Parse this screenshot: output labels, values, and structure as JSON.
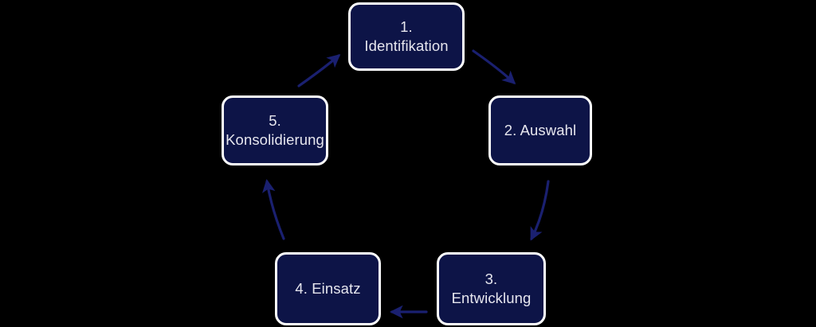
{
  "diagram": {
    "type": "cycle",
    "title": "",
    "background_color": "#000000",
    "node_fill_color": "#0d1447",
    "node_border_color": "#ffffff",
    "node_text_color": "#e6e6ee",
    "arrow_color": "#1a2070",
    "nodes": [
      {
        "id": "1",
        "label": "1. Identifikation",
        "number": "1",
        "name": "Identifikation"
      },
      {
        "id": "2",
        "label": "2. Auswahl",
        "number": "2",
        "name": "Auswahl"
      },
      {
        "id": "3",
        "label": "3. Entwicklung",
        "number": "3",
        "name": "Entwicklung"
      },
      {
        "id": "4",
        "label": "4. Einsatz",
        "number": "4",
        "name": "Einsatz"
      },
      {
        "id": "5",
        "label": "5.\nKonsolidierung",
        "number": "5",
        "name": "Konsolidierung"
      }
    ],
    "connections": [
      {
        "from": "5",
        "to": "1",
        "style": "curved",
        "direction": "up-right"
      },
      {
        "from": "1",
        "to": "2",
        "style": "curved",
        "direction": "down-right"
      },
      {
        "from": "2",
        "to": "3",
        "style": "curved",
        "direction": "down-left"
      },
      {
        "from": "3",
        "to": "4",
        "style": "straight",
        "direction": "left"
      },
      {
        "from": "4",
        "to": "5",
        "style": "curved",
        "direction": "up"
      }
    ]
  }
}
